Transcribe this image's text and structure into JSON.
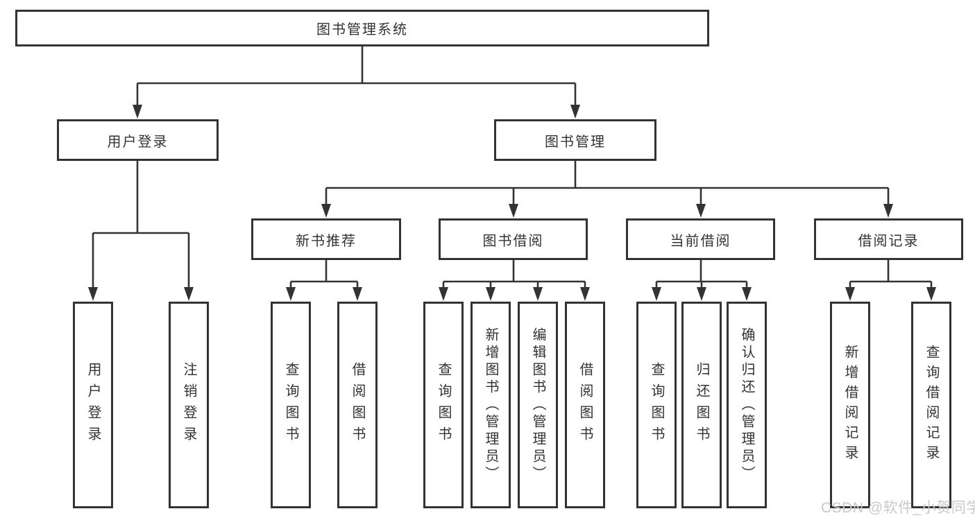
{
  "diagram": {
    "type": "hierarchy-tree",
    "tree": {
      "root": {
        "label": "图书管理系统",
        "children": [
          {
            "label": "用户登录",
            "children": [
              {
                "label": "用户登录"
              },
              {
                "label": "注销登录"
              }
            ]
          },
          {
            "label": "图书管理",
            "children": [
              {
                "label": "新书推荐",
                "children": [
                  {
                    "label": "查询图书"
                  },
                  {
                    "label": "借阅图书"
                  }
                ]
              },
              {
                "label": "图书借阅",
                "children": [
                  {
                    "label": "查询图书"
                  },
                  {
                    "label": "新增图书（管理员）"
                  },
                  {
                    "label": "编辑图书（管理员）"
                  },
                  {
                    "label": "借阅图书"
                  }
                ]
              },
              {
                "label": "当前借阅",
                "children": [
                  {
                    "label": "查询图书"
                  },
                  {
                    "label": "归还图书"
                  },
                  {
                    "label": "确认归还（管理员）"
                  }
                ]
              },
              {
                "label": "借阅记录",
                "children": [
                  {
                    "label": "新增借阅记录"
                  },
                  {
                    "label": "查询借阅记录"
                  }
                ]
              }
            ]
          }
        ]
      }
    },
    "colors": {
      "background": "#ffffff",
      "box_fill": "#ffffff",
      "box_border": "#333333",
      "text": "#333333",
      "connector": "#333333",
      "watermark_text": "#c9c9c9"
    }
  },
  "watermark": "CSDN @软件_小贺同学"
}
